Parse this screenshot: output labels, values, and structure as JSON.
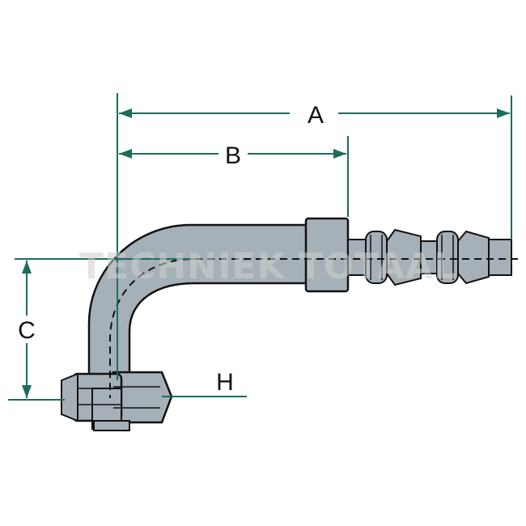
{
  "dimensions": {
    "a_label": "A",
    "b_label": "B",
    "c_label": "C",
    "h_label": "H"
  },
  "watermark": {
    "text": "TECHNIEK TOTAAL"
  },
  "colors": {
    "dimension_line": "#1f6b5c",
    "part_fill": "#a6b0b8",
    "part_outline": "#111111",
    "centerline": "#111111",
    "watermark": "#cfcfcf"
  }
}
